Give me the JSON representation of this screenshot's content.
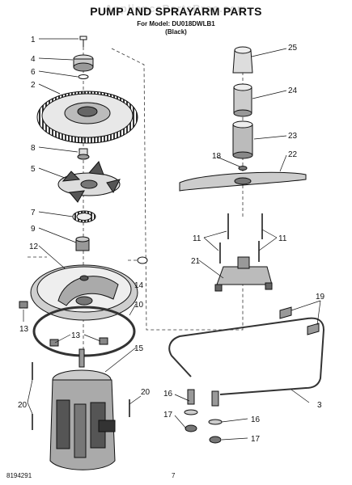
{
  "watermark": "AppliancePartsPros.com",
  "header": {
    "title": "PUMP AND SPRAYARM PARTS",
    "model_line": "For Model: DU018DWLB1",
    "color_line": "(Black)"
  },
  "callouts": [
    "1",
    "4",
    "6",
    "2",
    "8",
    "5",
    "7",
    "9",
    "12",
    "13",
    "13",
    "10",
    "14",
    "15",
    "20",
    "20",
    "25",
    "24",
    "23",
    "18",
    "22",
    "11",
    "11",
    "21",
    "19",
    "16",
    "16",
    "17",
    "17",
    "3"
  ],
  "footer": {
    "part_number": "8194291",
    "page_number": "7"
  }
}
